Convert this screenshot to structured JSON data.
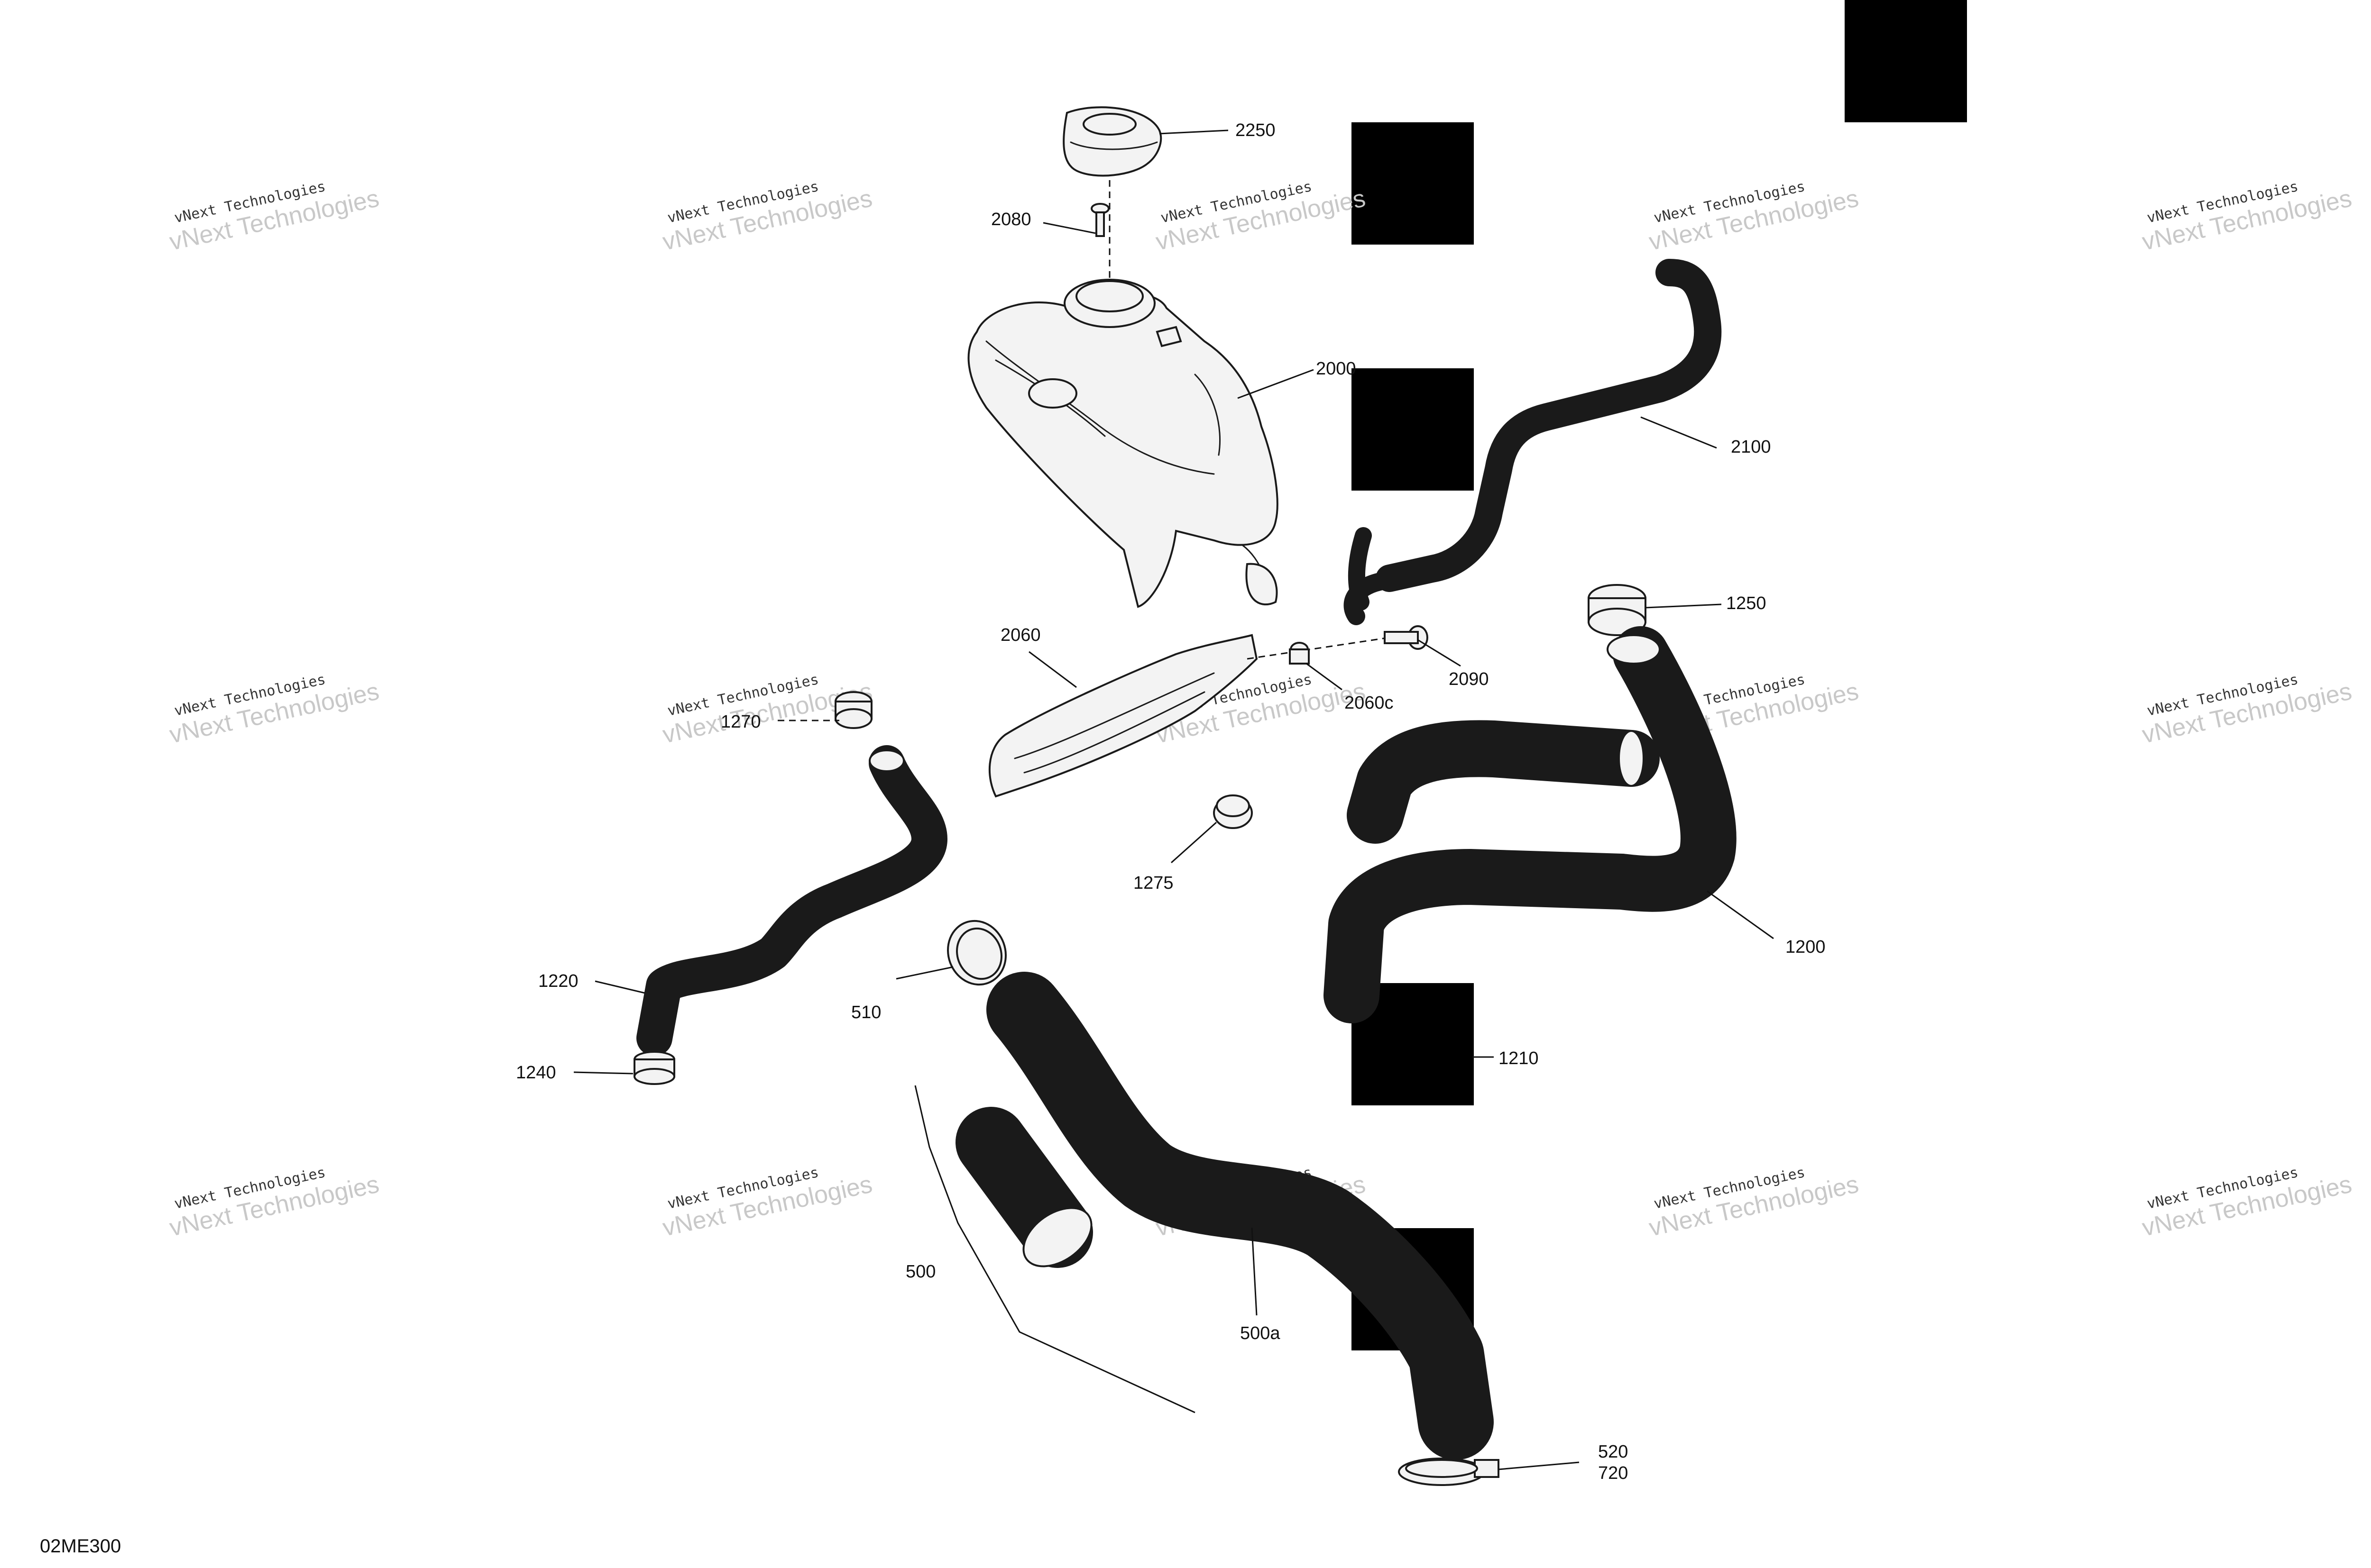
{
  "diagram_code": "02ME300",
  "watermark": {
    "line1": "vNext Technologies",
    "line2": "vNext Technologies"
  },
  "labels": {
    "p2250": "2250",
    "p2080": "2080",
    "p2000": "2000",
    "p2100": "2100",
    "p1250": "1250",
    "p2060": "2060",
    "p2090": "2090",
    "p2060c": "2060c",
    "p1270": "1270",
    "p1275": "1275",
    "p1200": "1200",
    "p1220": "1220",
    "p510": "510",
    "p1240": "1240",
    "p1210": "1210",
    "p500": "500",
    "p500a": "500a",
    "p520": "520",
    "p720": "720"
  }
}
